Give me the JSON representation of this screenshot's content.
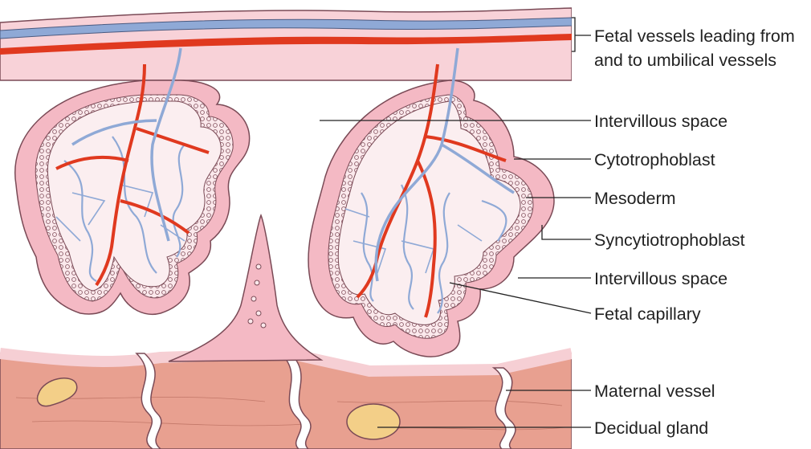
{
  "labels": {
    "fetal_vessels_line1": "Fetal vessels leading from",
    "fetal_vessels_line2": "and to umbilical vessels",
    "intervillous_space_upper": "Intervillous space",
    "cytotrophoblast": "Cytotrophoblast",
    "mesoderm": "Mesoderm",
    "syncytiotrophoblast": "Syncytiotrophoblast",
    "intervillous_space_lower": "Intervillous space",
    "fetal_capillary": "Fetal capillary",
    "maternal_vessel": "Maternal vessel",
    "decidual_gland": "Decidual gland"
  },
  "colors": {
    "villus_pink": "#f4b9c4",
    "villus_outline": "#7a4a56",
    "cytotrophoblast_cells": "#fbe9ec",
    "mesoderm_core": "#fbeef0",
    "fetal_artery_red": "#e0391f",
    "fetal_vein_blue": "#8fa9d6",
    "decidua": "#e8a090",
    "decidual_gland_fill": "#f3cf88",
    "label_text": "#222222"
  }
}
